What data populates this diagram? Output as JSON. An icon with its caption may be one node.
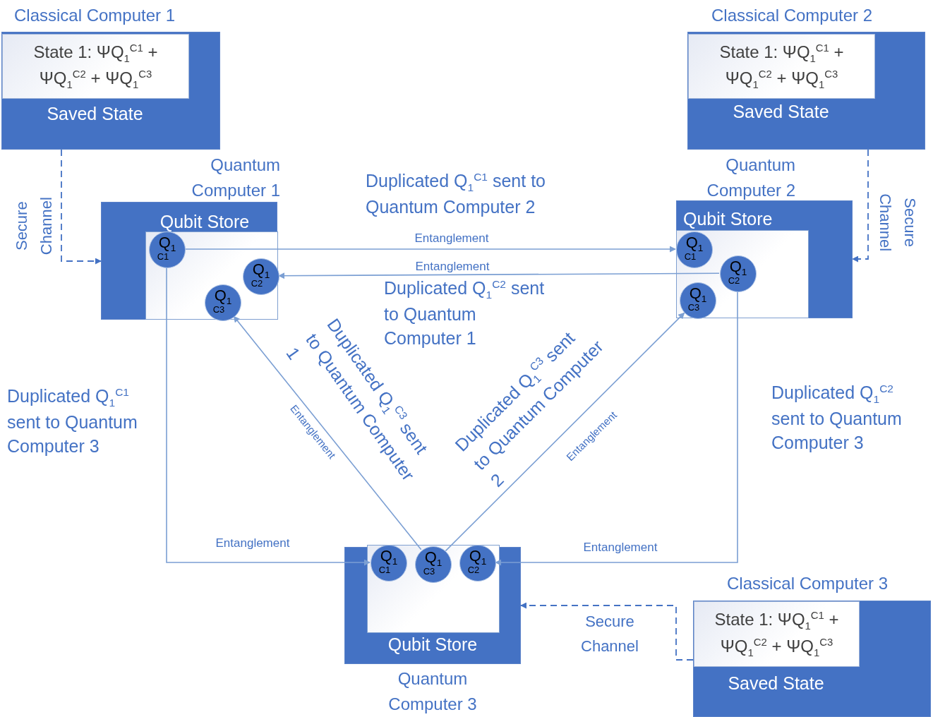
{
  "diagram": {
    "nodes": [
      {
        "text": [
          "Classical Computer 1",
          "Saved State"
        ]
      },
      {
        "text": [
          "State 1: ΨQ$_{1}$$^{C1}$ + ΨQ$_{1}$$^{C2}$ + ΨQ$_{1}$$^{C3}$"
        ],
        "in": 0
      },
      {
        "text": [
          "Classical Computer 2",
          "Saved State"
        ]
      },
      {
        "text": [
          "State 1: ΨQ$_{1}$$^{C1}$ + ΨQ$_{1}$$^{C2}$ + ΨQ$_{1}$$^{C3}$"
        ],
        "in": 2
      },
      {
        "text": [
          "Quantum Computer 1",
          "Qubit Store"
        ]
      },
      {
        "text": [
          "Q$_{1}$",
          "C1"
        ],
        "in": 4
      },
      {
        "text": [
          "Q$_{1}$",
          "C2"
        ],
        "in": 4
      },
      {
        "text": [
          "Q$_{1}$",
          "C3"
        ],
        "in": 4
      },
      {
        "text": [
          "Quantum Computer 2",
          "Qubit Store"
        ]
      },
      {
        "text": [
          "Q$_{1}$",
          "C1"
        ],
        "in": 8
      },
      {
        "text": [
          "Q$_{1}$",
          "C2"
        ],
        "in": 8
      },
      {
        "text": [
          "Q$_{1}$",
          "C3"
        ],
        "in": 8
      },
      {
        "text": [
          "Qubit Store",
          "Quantum Computer 3"
        ]
      },
      {
        "text": [
          "Q$_{1}$",
          "C1"
        ],
        "in": 12
      },
      {
        "text": [
          "Q$_{1}$",
          "C3"
        ],
        "in": 12
      },
      {
        "text": [
          "Q$_{1}$",
          "C2"
        ],
        "in": 12
      },
      {
        "text": [
          "Classical Computer 3",
          "Saved State"
        ]
      },
      {
        "text": [
          "State 1: ΨQ$_{1}$$^{C1}$ + ΨQ$_{1}$$^{C2}$ + ΨQ$_{1}$$^{C3}$"
        ],
        "in": 16
      }
    ],
    "edges": [
      {
        "from": 0,
        "to": 4,
        "arrow": "to",
        "label": "Secure Channel",
        "style": "dashed",
        "color": "#4472c4"
      },
      {
        "from": 2,
        "to": 8,
        "arrow": "to",
        "label": "Secure Channel",
        "style": "dashed",
        "color": "#4472c4"
      },
      {
        "from": 16,
        "to": 12,
        "arrow": "to",
        "label": "Secure Channel",
        "style": "dashed",
        "color": "#4472c4"
      },
      {
        "from": 5,
        "to": 9,
        "arrow": "to",
        "label": "Entanglement"
      },
      {
        "from": 10,
        "to": 6,
        "arrow": "to",
        "label": "Entanglement"
      },
      {
        "from": 5,
        "to": 13,
        "arrow": "to",
        "label": "Entanglement"
      },
      {
        "from": 10,
        "to": 15,
        "arrow": "to",
        "label": "Entanglement"
      },
      {
        "from": 14,
        "to": 7,
        "arrow": "to",
        "label": "Entanglement"
      },
      {
        "from": 14,
        "to": 11,
        "arrow": "to",
        "label": "Entanglement"
      }
    ],
    "labels": [
      "Duplicated Q$_{1}$$^{C1}$ sent to Quantum Computer 2",
      "Duplicated Q$_{1}$$^{C2}$ sent to Quantum Computer 1",
      "Duplicated Q$_{1}$$^{C3}$ sent to Quantum Computer 1",
      "Duplicated Q$_{1}$$^{C3}$ sent to Quantum Computer 2",
      "Duplicated Q$_{1}$$^{C1}$ sent to Quantum Computer 3",
      "Duplicated Q$_{1}$$^{C2}$ sent to Quantum Computer 3"
    ]
  }
}
